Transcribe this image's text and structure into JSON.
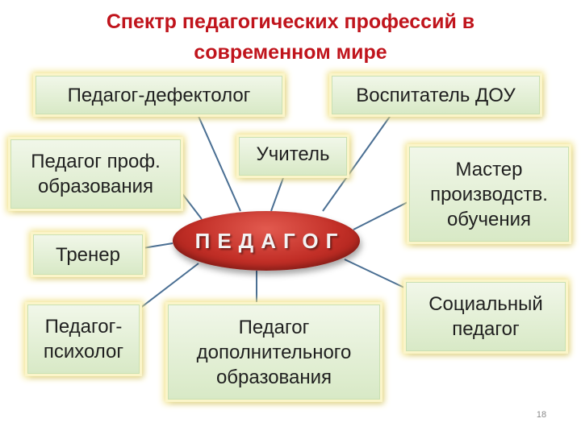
{
  "title": "Спектр педагогических профессий в\nсовременном мире",
  "center_label": "ПЕДАГОГ",
  "nodes": [
    {
      "id": "defectologist",
      "label": "Педагог-дефектолог"
    },
    {
      "id": "preschool",
      "label": "Воспитатель ДОУ"
    },
    {
      "id": "vocational",
      "label": "Педагог проф.\nобразования"
    },
    {
      "id": "teacher",
      "label": "Учитель"
    },
    {
      "id": "master",
      "label": "Мастер\nпроизводств.\nобучения"
    },
    {
      "id": "coach",
      "label": "Тренер"
    },
    {
      "id": "psychologist",
      "label": "Педагог-\nпсихолог"
    },
    {
      "id": "additional",
      "label": "Педагог\nдополнительного\nобразования"
    },
    {
      "id": "social",
      "label": "Социальный\nпедагог"
    }
  ],
  "colors": {
    "title": "#c0141c",
    "center_fill": "#c22f27",
    "box_fill": "#e4f0d6",
    "box_glow": "#f1e28a",
    "connector": "#4a6f93"
  },
  "page_number": "18"
}
